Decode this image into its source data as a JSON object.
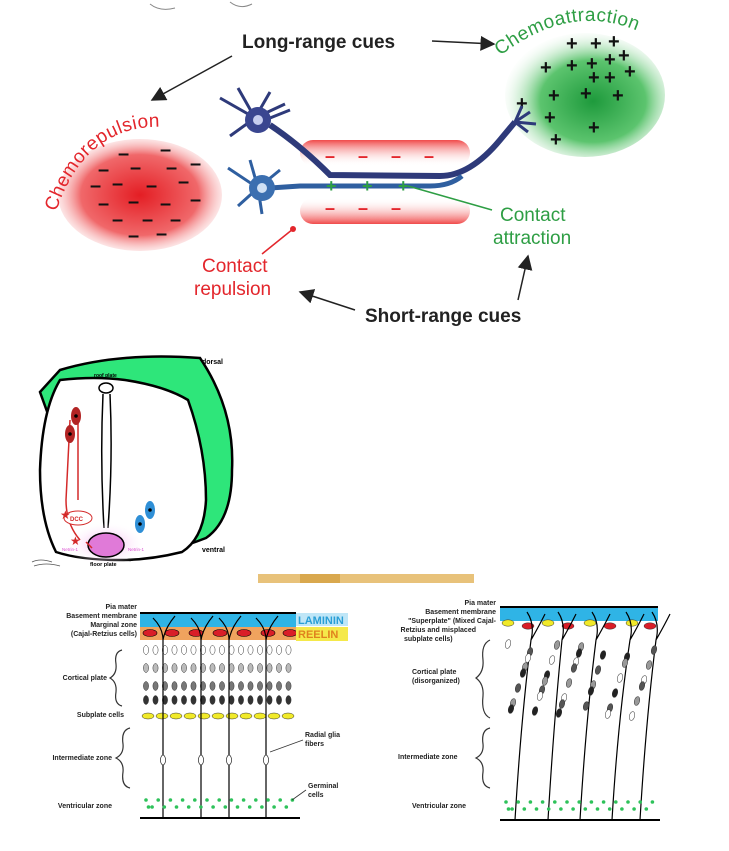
{
  "axon_guidance": {
    "long_range_label": "Long-range cues",
    "short_range_label": "Short-range cues",
    "chemoattraction_label": "Chemoattraction",
    "chemorepulsion_label": "Chemorepulsion",
    "contact_attraction_line1": "Contact",
    "contact_attraction_line2": "attraction",
    "contact_repulsion_line1": "Contact",
    "contact_repulsion_line2": "repulsion",
    "attract_sign": "+",
    "repel_sign": "–",
    "colors": {
      "attraction": "#2e9e44",
      "repulsion": "#e3262c",
      "neuron": "#2e3a7a",
      "neuron_light": "#2f5fa0"
    }
  },
  "spinal_cord": {
    "dorsal_label": "dorsal",
    "ventral_label": "ventral",
    "roof_plate_label": "roof plate",
    "floor_plate_label": "floor plate",
    "dcc_label": "DCC",
    "netrin_left_label": "Netrin-1",
    "netrin_right_label": "Netrin-1",
    "colors": {
      "surface": "#2ee67a",
      "commissural": "#d42a2a",
      "motor": "#2f8fd6",
      "floor_plate": "#e07ad8"
    }
  },
  "cortex_normal": {
    "pia_mater": "Pia mater",
    "basement_membrane": "Basement membrane",
    "marginal_zone": "Marginal zone",
    "cajal_retzius": "(Cajal-Retzius cells)",
    "cortical_plate": "Cortical plate",
    "subplate_cells": "Subplate cells",
    "intermediate_zone": "Intermediate zone",
    "ventricular_zone": "Ventricular zone",
    "radial_glia_line1": "Radial glia",
    "radial_glia_line2": "fibers",
    "germinal_line1": "Germinal",
    "germinal_line2": "cells",
    "laminin_tag": "LAMININ",
    "reelin_tag": "REELIN"
  },
  "cortex_reeler": {
    "pia_mater": "Pia mater",
    "basement_membrane": "Basement membrane",
    "superplate_line1": "\"Superplate\" (Mixed Cajal-",
    "superplate_line2": "Retzius and misplaced",
    "superplate_line3": "subplate cells)",
    "cortical_plate": "Cortical plate",
    "disorganized": "(disorganized)",
    "intermediate_zone": "Intermediate zone",
    "ventricular_zone": "Ventricular zone"
  }
}
